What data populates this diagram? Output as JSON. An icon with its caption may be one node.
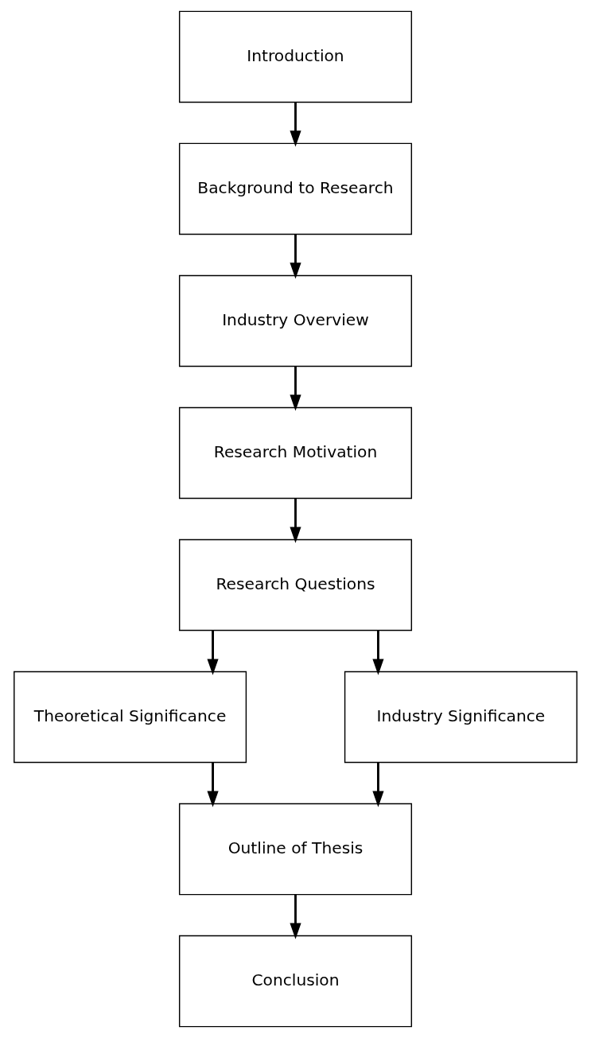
{
  "diagram": {
    "nodes": [
      {
        "text": [
          "Introduction"
        ]
      },
      {
        "text": [
          "Background to Research"
        ]
      },
      {
        "text": [
          "Industry Overview"
        ]
      },
      {
        "text": [
          "Research Motivation"
        ]
      },
      {
        "text": [
          "Research Questions"
        ]
      },
      {
        "text": [
          "Theoretical Significance"
        ]
      },
      {
        "text": [
          "Industry Significance"
        ]
      },
      {
        "text": [
          "Outline of Thesis"
        ]
      },
      {
        "text": [
          "Conclusion"
        ]
      }
    ],
    "edges": [
      {
        "from": 0,
        "to": 1,
        "arrow": "to"
      },
      {
        "from": 1,
        "to": 2,
        "arrow": "to"
      },
      {
        "from": 2,
        "to": 3,
        "arrow": "to"
      },
      {
        "from": 3,
        "to": 4,
        "arrow": "to"
      },
      {
        "from": 4,
        "to": 5,
        "arrow": "to"
      },
      {
        "from": 4,
        "to": 6,
        "arrow": "to"
      },
      {
        "from": 5,
        "to": 7,
        "arrow": "to"
      },
      {
        "from": 6,
        "to": 7,
        "arrow": "to"
      },
      {
        "from": 7,
        "to": 8,
        "arrow": "to"
      }
    ]
  }
}
